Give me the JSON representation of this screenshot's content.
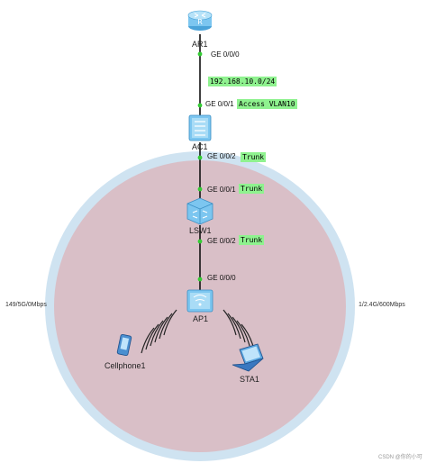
{
  "colors": {
    "ring": "#cfe3f1",
    "inner": "#d9bfc7",
    "link": "#111111",
    "dot": "#33cc33",
    "highlight": "#8ff28f",
    "device": "#7cc6f0"
  },
  "devices": {
    "ar1": {
      "name": "AR1",
      "icon": "router-icon"
    },
    "ac1": {
      "name": "AC1",
      "icon": "access-controller-icon"
    },
    "lsw1": {
      "name": "LSW1",
      "icon": "switch-icon"
    },
    "ap1": {
      "name": "AP1",
      "icon": "access-point-icon"
    },
    "cellphone1": {
      "name": "Cellphone1",
      "icon": "cellphone-icon"
    },
    "sta1": {
      "name": "STA1",
      "icon": "laptop-icon"
    }
  },
  "ports": {
    "ar1_ge000": "GE 0/0/0",
    "ac1_ge001": "GE 0/0/1",
    "ac1_ge002": "GE 0/0/2",
    "lsw1_ge001": "GE 0/0/1",
    "lsw1_ge002": "GE 0/0/2",
    "ap1_ge000": "GE 0/0/0"
  },
  "tags": {
    "subnet": "192.168.10.0/24",
    "access": "Access VLAN10",
    "trunk1": "Trunk",
    "trunk2": "Trunk",
    "trunk3": "Trunk"
  },
  "radio": {
    "left": "149/5G/0Mbps",
    "right": "1/2.4G/600Mbps"
  },
  "watermark": "CSDN @你的小可"
}
